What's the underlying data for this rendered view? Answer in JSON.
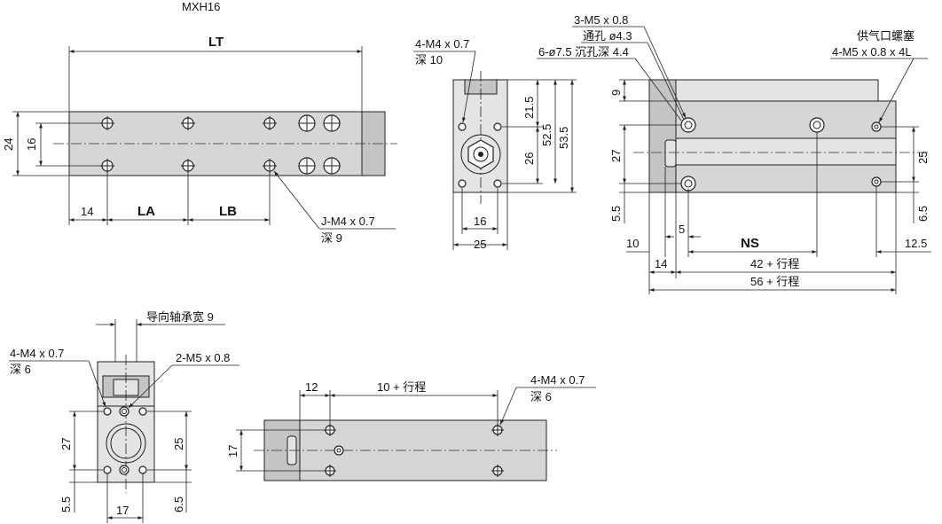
{
  "title": "MXH16",
  "labels": {
    "lt": "LT",
    "la": "LA",
    "lb": "LB",
    "ns": "NS",
    "d24": "24",
    "d16a": "16",
    "d14a": "14",
    "j_thread": "J-M4 x 0.7",
    "j_depth": "深 9",
    "end_thread": "4-M4 x 0.7",
    "end_depth": "深 10",
    "d21_5": "21.5",
    "d52_5": "52.5",
    "d53_5": "53.5",
    "d26": "26",
    "d16b": "16",
    "d25a": "25",
    "m5_thread": "3-M5 x 0.8",
    "m5_through": "通孔 ø4.3",
    "m5_cbore": "6-ø7.5 沉孔深 4.4",
    "port_label": "供气口螺塞",
    "port_thread": "4-M5 x 0.8 x 4L",
    "d9": "9",
    "d27a": "27",
    "d5_5a": "5.5",
    "d25b": "25",
    "d6_5a": "6.5",
    "d10": "10",
    "d5": "5",
    "d12_5": "12.5",
    "d14b": "14",
    "d42": "42 + 行程",
    "d56": "56 + 行程",
    "guide_bearing": "导向轴承宽 9",
    "bl_thread": "4-M4 x 0.7",
    "bl_depth": "深 6",
    "bl_m5": "2-M5 x 0.8",
    "d27b": "27",
    "d25c": "25",
    "d5_5b": "5.5",
    "d6_5b": "6.5",
    "d17a": "17",
    "d12": "12",
    "d10s": "10 + 行程",
    "br_thread": "4-M4 x 0.7",
    "br_depth": "深 6",
    "d17b": "17"
  }
}
